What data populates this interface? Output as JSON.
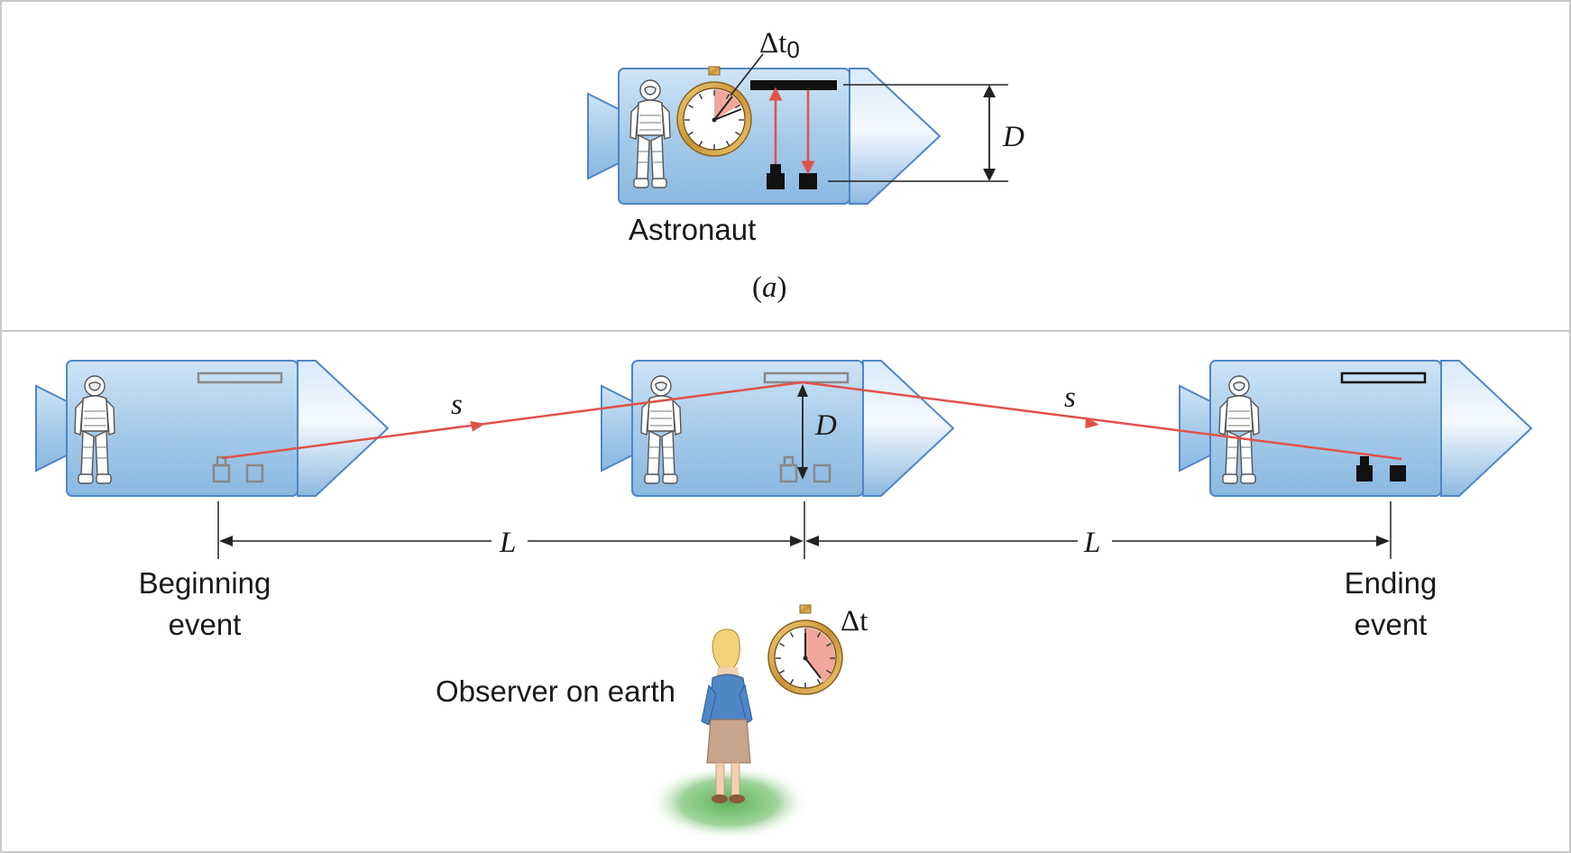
{
  "panel_a": {
    "clock_label": "Δt",
    "clock_label_sub": "0",
    "distance_label": "D",
    "caption": "Astronaut",
    "panel_label_open": "(",
    "panel_label_letter": "a",
    "panel_label_close": ")"
  },
  "panel_b": {
    "path_label_left": "s",
    "path_label_right": "s",
    "distance_label": "D",
    "length_label_left": "L",
    "length_label_right": "L",
    "beginning_event": [
      "Beginning",
      "event"
    ],
    "ending_event": [
      "Ending",
      "event"
    ],
    "observer_label": "Observer on earth",
    "clock_label": "Δt"
  },
  "colors": {
    "ship_body": "#a9cdeb",
    "ship_outline": "#4f86c6",
    "light_ray": "#e0514a",
    "clock_gold": "#d4a24a",
    "clock_wedge": "#f0a89a",
    "ground": "#7fc47a",
    "panel_border": "#c8c8c8"
  }
}
